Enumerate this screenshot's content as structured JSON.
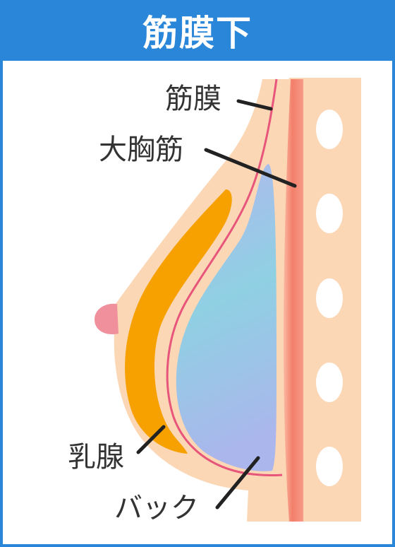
{
  "header": {
    "title": "筋膜下"
  },
  "labels": {
    "fascia": "筋膜",
    "pectoralis_major": "大胸筋",
    "mammary_gland": "乳腺",
    "implant": "バック"
  },
  "colors": {
    "header_blue": "#2a86d8",
    "skin": "#fbd7b6",
    "gland": "#f7a100",
    "fascia_line": "#e8557a",
    "muscle": "#f48870",
    "nipple": "#f0909c",
    "implant_top": "#a9b7ec",
    "implant_bottom": "#86d5df"
  }
}
